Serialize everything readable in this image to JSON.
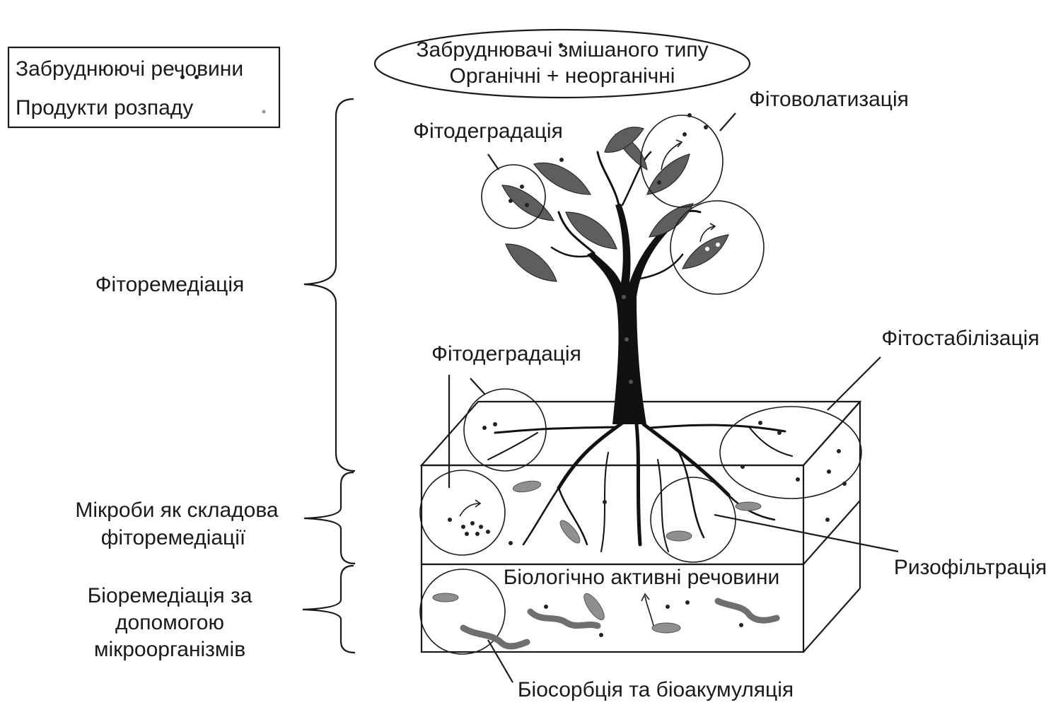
{
  "legend": {
    "pollutants": "Забруднюючі речовини",
    "products": "Продукти розпаду"
  },
  "top_ellipse": {
    "line1": "Забруднювачі змішаного типу",
    "line2": "Органічні + неорганічні"
  },
  "labels": {
    "phytovolatilization": "Фітоволатизація",
    "phytodegradation_top": "Фітодеградація",
    "phytoremediation": "Фіторемедіація",
    "phytodegradation_soil": "Фітодеградація",
    "phytostabilization": "Фітостабілізація",
    "microbes_line1": "Мікроби як складова",
    "microbes_line2": "фіторемедіації",
    "rhizofiltration": "Ризофільтрація",
    "bioactive": "Біологічно активні речовини",
    "bioremediation_line1": "Біоремедіація за",
    "bioremediation_line2": "допомогою",
    "bioremediation_line3": "мікроорганізмів",
    "biosorption": "Біосорбція та біоакумуляція"
  },
  "colors": {
    "leaf": "#5e5e5e",
    "trunk": "#111111",
    "microbe": "#8f8f8f"
  }
}
